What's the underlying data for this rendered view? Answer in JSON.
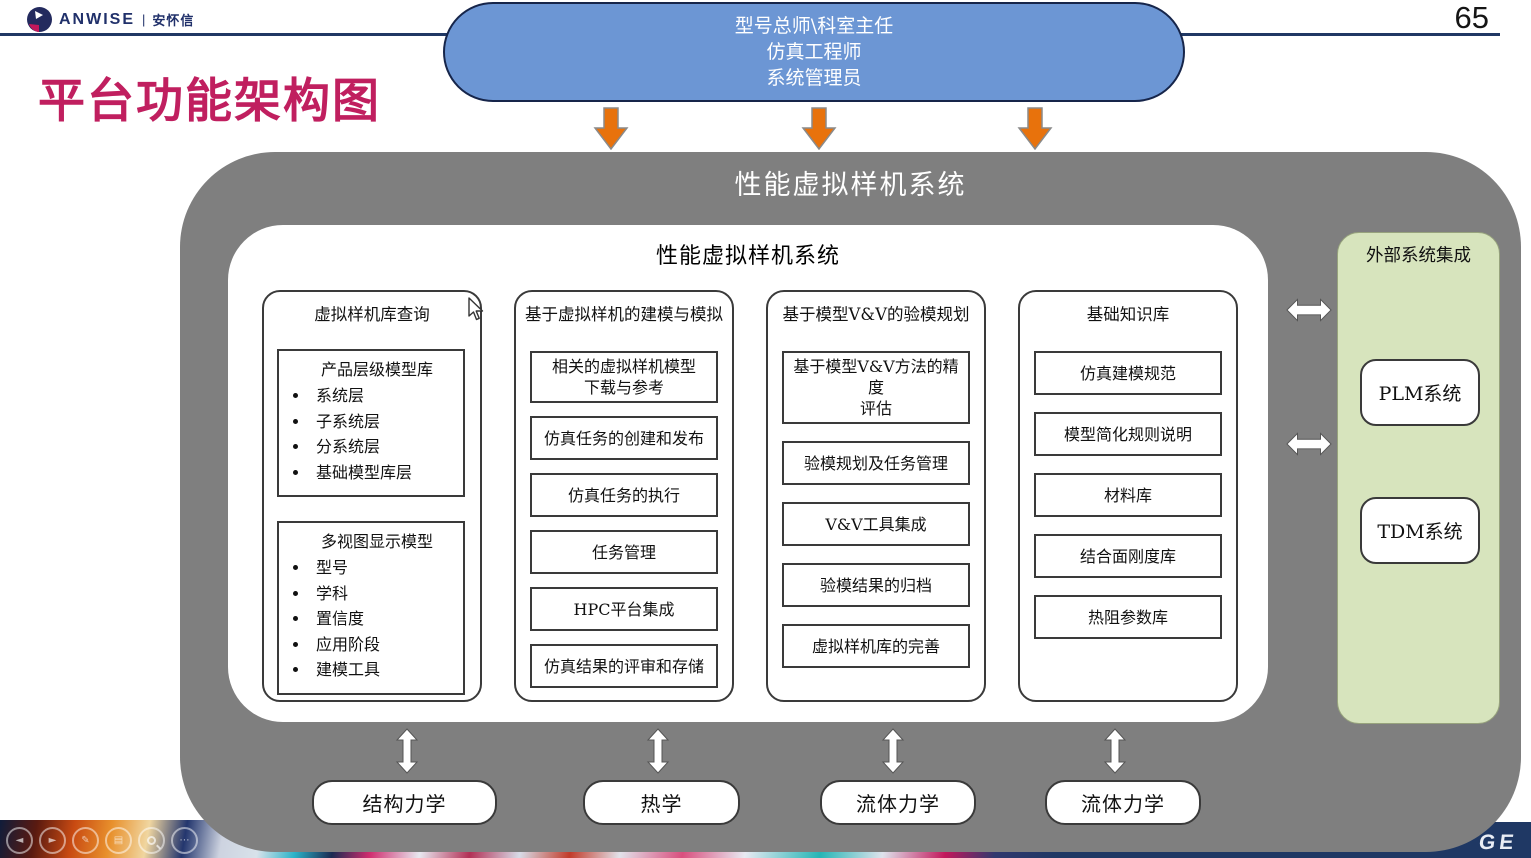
{
  "header": {
    "logo_text": "ANWISE",
    "logo_separator": "|",
    "logo_suffix": "安怀信",
    "page_number": "65"
  },
  "title": "平台功能架构图",
  "roles_ellipse": {
    "lines": [
      "型号总师\\科室主任",
      "仿真工程师",
      "系统管理员"
    ]
  },
  "outer_container": {
    "title": "性能虚拟样机系统"
  },
  "inner_panel": {
    "title": "性能虚拟样机系统"
  },
  "columns": [
    {
      "title": "虚拟样机库查询",
      "boxes": [
        {
          "title": "产品层级模型库",
          "bullets": [
            "系统层",
            "子系统层",
            "分系统层",
            "基础模型库层"
          ]
        },
        {
          "title": "多视图显示模型",
          "bullets": [
            "型号",
            "学科",
            "置信度",
            "应用阶段",
            "建模工具"
          ]
        }
      ]
    },
    {
      "title": "基于虚拟样机的建模与模拟",
      "boxes": [
        {
          "lines": [
            "相关的虚拟样机模型",
            "下载与参考"
          ]
        },
        {
          "lines": [
            "仿真任务的创建和发布"
          ]
        },
        {
          "lines": [
            "仿真任务的执行"
          ]
        },
        {
          "lines": [
            "任务管理"
          ]
        },
        {
          "lines": [
            "HPC平台集成"
          ]
        },
        {
          "lines": [
            "仿真结果的评审和存储"
          ]
        }
      ]
    },
    {
      "title": "基于模型V&V的验模规划",
      "boxes": [
        {
          "lines": [
            "基于模型V&V方法的精度",
            "评估"
          ]
        },
        {
          "lines": [
            "验模规划及任务管理"
          ]
        },
        {
          "lines": [
            "V&V工具集成"
          ]
        },
        {
          "lines": [
            "验模结果的归档"
          ]
        },
        {
          "lines": [
            "虚拟样机库的完善"
          ]
        }
      ]
    },
    {
      "title": "基础知识库",
      "boxes": [
        {
          "lines": [
            "仿真建模规范"
          ]
        },
        {
          "lines": [
            "模型简化规则说明"
          ]
        },
        {
          "lines": [
            "材料库"
          ]
        },
        {
          "lines": [
            "结合面刚度库"
          ]
        },
        {
          "lines": [
            "热阻参数库"
          ]
        }
      ]
    }
  ],
  "external_panel": {
    "title": "外部系统集成",
    "systems": [
      "PLM系统",
      "TDM系统"
    ]
  },
  "bottom_modules": [
    "结构力学",
    "热学",
    "流体力学",
    "流体力学"
  ],
  "footer": {
    "partial_text": "GE"
  },
  "slideshow_toolbar": {
    "buttons": [
      "prev-slide",
      "next-slide",
      "pen-tools",
      "see-all-slides",
      "zoom-slide",
      "more-options"
    ]
  },
  "colors": {
    "header_line": "#203864",
    "title_accent": "#C01F5F",
    "role_ellipse_fill": "#6C96D4",
    "arrow_orange": "#E8720C",
    "container_gray": "#7F7F7F",
    "external_panel_green": "#D7E4BD",
    "footer_navy": "#1F3864"
  }
}
